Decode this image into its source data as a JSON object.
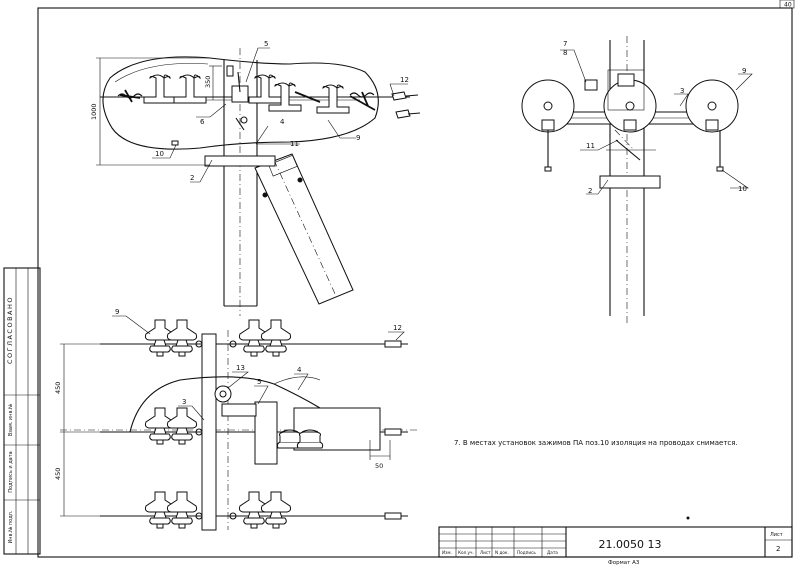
{
  "sheet_number_top": "40",
  "labels": {
    "top_left": {
      "l5": "5",
      "l350": "350",
      "l1000": "1000",
      "l6": "6",
      "l4": "4",
      "l12": "12",
      "l9": "9",
      "l11": "11",
      "l10": "10",
      "l2": "2"
    },
    "top_right": {
      "l7": "7",
      "l8": "8",
      "l3": "3",
      "l9": "9",
      "l11": "11",
      "l2": "2",
      "l10": "10"
    },
    "bottom": {
      "l9": "9",
      "l12": "12",
      "l13": "13",
      "l3": "3",
      "l5": "5",
      "l4": "4",
      "d450a": "450",
      "d450b": "450",
      "d50": "50"
    }
  },
  "note_text": "7. В местах установок зажимов ПА поз.10 изоляция на проводах снимается.",
  "side_stamp": {
    "agreed": "СОГЛАСОВАНО",
    "fields": [
      "Взам. инв.№",
      "Подпись и дата",
      "Инв.№ подл."
    ]
  },
  "title_block": {
    "columns": [
      "Изм.",
      "Кол.уч.",
      "Лист",
      "N док.",
      "Подпись",
      "Дата"
    ],
    "code": "21.0050 13",
    "sheet_label": "Лист",
    "sheet_value": "2"
  },
  "format_label": "Формат А3"
}
